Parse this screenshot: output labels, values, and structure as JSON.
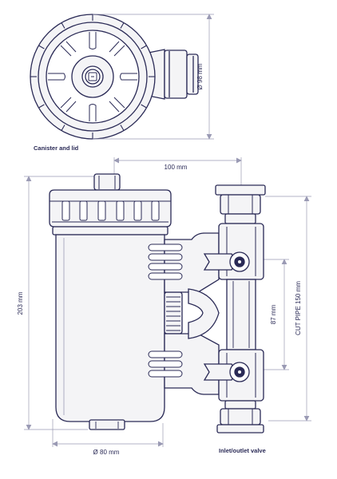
{
  "colors": {
    "ink": "#2a2a56",
    "dim_line": "#9a9ab4",
    "fill": "#f4f4f6",
    "background": "#ffffff"
  },
  "captions": {
    "canister_and_lid": "Canister and lid",
    "inlet_outlet_valve": "Inlet/outlet valve"
  },
  "dimensions": {
    "lid_diameter": "Ø 98 mm",
    "overall_width": "100 mm",
    "overall_height": "203 mm",
    "valve_spacing": "87 mm",
    "cut_pipe": "CUT PIPE 150 mm",
    "canister_diameter": "Ø 80 mm"
  }
}
